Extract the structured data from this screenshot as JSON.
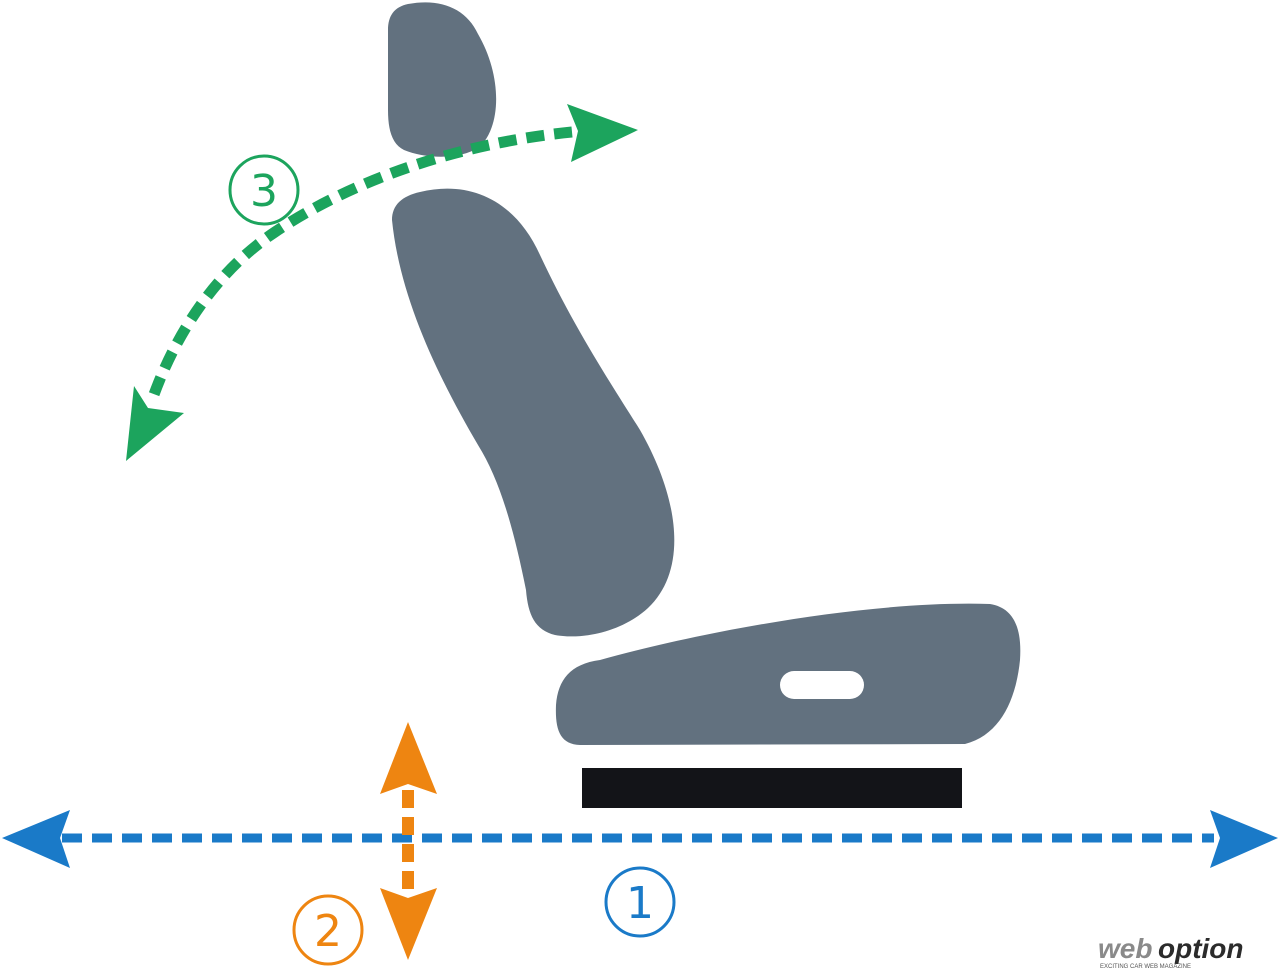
{
  "colors": {
    "seat": "#62717f",
    "rail": "#131418",
    "background": "#ffffff",
    "axis_1": "#1a7ac8",
    "axis_2": "#ee8511",
    "axis_3": "#1ca45d",
    "logo_web": "#8a8a8a",
    "logo_option": "#2b2b2b"
  },
  "labels": {
    "slide": "①",
    "height": "②",
    "recline": "③"
  },
  "logo": {
    "part1": "web",
    "part2": "option",
    "tagline": "EXCITING CAR WEB MAGAZINE"
  }
}
